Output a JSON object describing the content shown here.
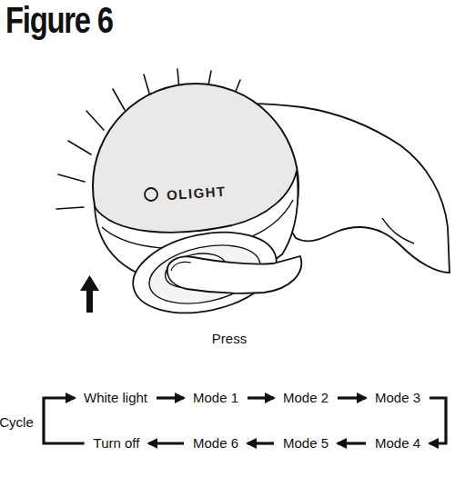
{
  "diagram": {
    "title": "Figure 6",
    "nodes": [
      {
        "text": [
          "White light"
        ]
      },
      {
        "text": [
          "Mode 1"
        ]
      },
      {
        "text": [
          "Mode 2"
        ]
      },
      {
        "text": [
          "Mode 3"
        ]
      },
      {
        "text": [
          "Mode 4"
        ]
      },
      {
        "text": [
          "Mode 5"
        ]
      },
      {
        "text": [
          "Mode 6"
        ]
      },
      {
        "text": [
          "Turn off"
        ]
      }
    ],
    "edges": [
      {
        "from": 0,
        "to": 1,
        "arrow": "to"
      },
      {
        "from": 1,
        "to": 2,
        "arrow": "to"
      },
      {
        "from": 2,
        "to": 3,
        "arrow": "to"
      },
      {
        "from": 3,
        "to": 4,
        "arrow": "to"
      },
      {
        "from": 4,
        "to": 5,
        "arrow": "to"
      },
      {
        "from": 5,
        "to": 6,
        "arrow": "to"
      },
      {
        "from": 6,
        "to": 7,
        "arrow": "to"
      },
      {
        "from": 7,
        "to": 0,
        "arrow": "to"
      }
    ],
    "labels": [
      "OLIGHT",
      "Press",
      "Cycle"
    ]
  }
}
